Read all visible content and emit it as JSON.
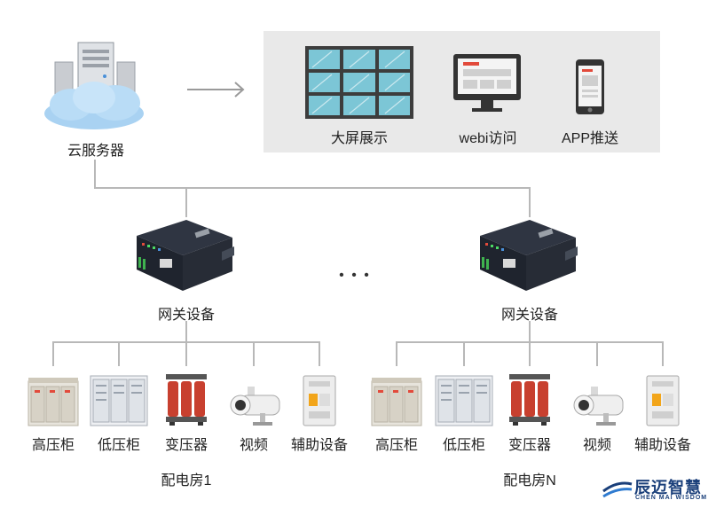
{
  "cloud": {
    "label": "云服务器",
    "icon": "cloud-server-icon"
  },
  "display": {
    "items": [
      {
        "label": "大屏展示",
        "icon": "video-wall-icon"
      },
      {
        "label": "webi访问",
        "icon": "monitor-icon"
      },
      {
        "label": "APP推送",
        "icon": "mobile-phone-icon"
      }
    ]
  },
  "gateways": [
    {
      "label": "网关设备",
      "icon": "gateway-device-icon"
    },
    {
      "label": "网关设备",
      "icon": "gateway-device-icon"
    }
  ],
  "ellipsis": "• • •",
  "rooms": [
    {
      "label": "配电房1",
      "devices": [
        {
          "label": "高压柜",
          "icon": "high-voltage-cabinet-icon"
        },
        {
          "label": "低压柜",
          "icon": "low-voltage-cabinet-icon"
        },
        {
          "label": "变压器",
          "icon": "transformer-icon"
        },
        {
          "label": "视频",
          "icon": "camera-icon"
        },
        {
          "label": "辅助设备",
          "icon": "circuit-breaker-icon"
        }
      ]
    },
    {
      "label": "配电房N",
      "devices": [
        {
          "label": "高压柜",
          "icon": "high-voltage-cabinet-icon"
        },
        {
          "label": "低压柜",
          "icon": "low-voltage-cabinet-icon"
        },
        {
          "label": "变压器",
          "icon": "transformer-icon"
        },
        {
          "label": "视频",
          "icon": "camera-icon"
        },
        {
          "label": "辅助设备",
          "icon": "circuit-breaker-icon"
        }
      ]
    }
  ],
  "logo": {
    "cn": "辰迈智慧",
    "en": "CHEN MAI WISDOM"
  },
  "colors": {
    "panel": "#e9e9e9",
    "line": "#b8b8b8",
    "screen": "#7cc6d6",
    "accent": "#e24a3b",
    "brand": "#1a3f7a"
  }
}
